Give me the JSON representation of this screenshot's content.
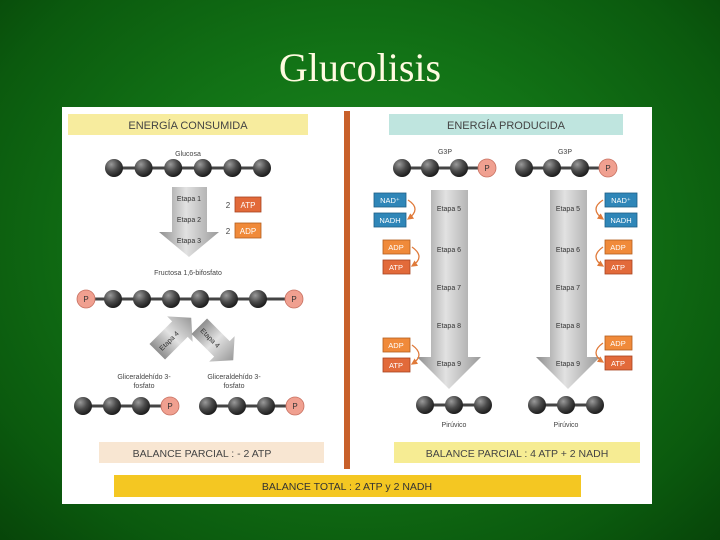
{
  "title": "Glucolisis",
  "colors": {
    "molecule": "#3d3d3d",
    "phosphate": "#f0a090",
    "atp": "#e26a3a",
    "adp": "#f08a3a",
    "nad": "#2f86b8",
    "arrow": "#b4b4b4",
    "divider": "#c8602a",
    "consumed_header": "#f7ec9e",
    "produced_header": "#bfe5df",
    "balance_left": "#f8e6d2",
    "balance_right": "#f6ec93",
    "balance_total": "#f4c722"
  },
  "left": {
    "header": "ENERGÍA CONSUMIDA",
    "glucose_label": "Glucosa",
    "steps": [
      "Etapa 1",
      "Etapa 2",
      "Etapa 3"
    ],
    "atp_count": "2",
    "atp": "ATP",
    "adp_count": "2",
    "adp": "ADP",
    "fructose_label": "Fructosa 1,6-bifosfato",
    "phosphate": "P",
    "etapa4": "Etapa 4",
    "g3p_label_1": "Gliceraldehído 3-",
    "g3p_label_2": "fosfato",
    "balance": "BALANCE PARCIAL : - 2 ATP"
  },
  "right": {
    "header": "ENERGÍA PRODUCIDA",
    "g3p": "G3P",
    "phosphate": "P",
    "steps": [
      "Etapa 5",
      "Etapa 6",
      "Etapa 7",
      "Etapa 8",
      "Etapa 9"
    ],
    "nad_plus": "NAD⁺",
    "nadh": "NADH",
    "adp": "ADP",
    "atp": "ATP",
    "pyruvate": "Pirúvico",
    "balance": "BALANCE PARCIAL : 4 ATP + 2 NADH"
  },
  "total": "BALANCE TOTAL : 2 ATP y  2 NADH"
}
